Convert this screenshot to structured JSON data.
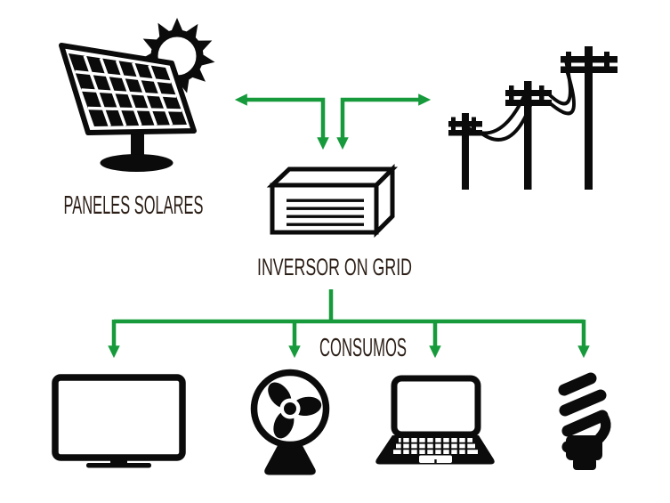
{
  "diagram": {
    "labels": {
      "solar_panels": "PANELES SOLARES",
      "inverter": "INVERSOR ON GRID",
      "consumption": "CONSUMOS"
    },
    "colors": {
      "arrow_green": "#169A3B",
      "icon_ink": "#0B0B0B",
      "label_ink": "#2B1E16",
      "background": "#FFFFFF"
    },
    "icons": {
      "source": "solar-panel-with-sun-icon",
      "grid": "power-lines-icon",
      "converter": "inverter-box-icon",
      "loads": [
        "tv-icon",
        "fan-icon",
        "laptop-icon",
        "cfl-bulb-icon"
      ]
    },
    "flows": {
      "top": "panels and grid linked to inverter with double-headed arrows",
      "bottom": "inverter feeds four consumption devices"
    }
  }
}
